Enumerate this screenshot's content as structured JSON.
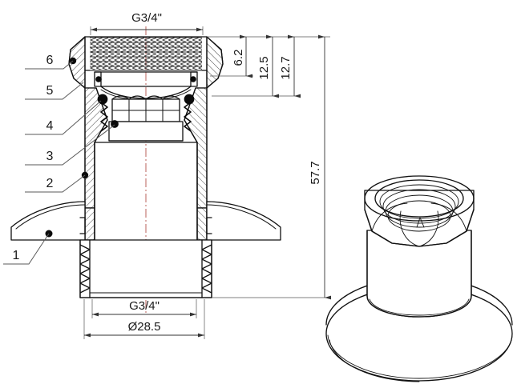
{
  "drawing": {
    "title": "Threaded flange fitting cross-section drawing",
    "views": {
      "section_view": "sectional-front-view",
      "iso_view": "isometric-3d-view"
    }
  },
  "dimensions": {
    "top_thread": {
      "label": "G3/4\"",
      "name": "top-thread-size"
    },
    "bottom_thread": {
      "label": "G3/4\"",
      "name": "bottom-thread-size"
    },
    "flange_diameter": {
      "label": "Ø28.5",
      "name": "flange-diameter"
    },
    "vertical": [
      {
        "label": "6.2",
        "name": "dim-6-2"
      },
      {
        "label": "12.5",
        "name": "dim-12-5"
      },
      {
        "label": "12.7",
        "name": "dim-12-7"
      },
      {
        "label": "57.7",
        "name": "dim-57-7"
      }
    ]
  },
  "callouts": [
    {
      "label": "1",
      "name": "callout-1"
    },
    {
      "label": "2",
      "name": "callout-2"
    },
    {
      "label": "3",
      "name": "callout-3"
    },
    {
      "label": "4",
      "name": "callout-4"
    },
    {
      "label": "5",
      "name": "callout-5"
    },
    {
      "label": "6",
      "name": "callout-6"
    }
  ],
  "colors": {
    "background": "#ffffff",
    "line": "#111111",
    "dimension": "#333333",
    "centerline": "#c0706a",
    "text": "#1a1a1a"
  }
}
